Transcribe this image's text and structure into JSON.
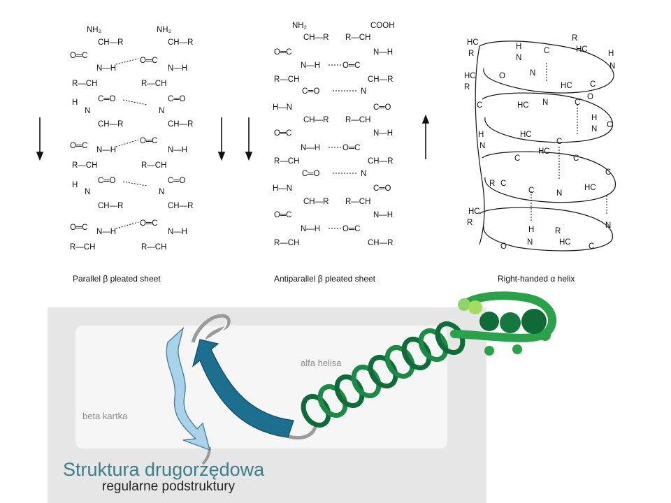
{
  "captions": {
    "parallel": "Parallel β pleated sheet",
    "antiparallel": "Antiparallel β pleated sheet",
    "helix": "Right-handed α helix"
  },
  "chem": {
    "NH2": "NH₂",
    "COOH": "COOH",
    "CH_R": "CH—R",
    "R_CH": "R—CH",
    "N_H": "N—H",
    "H_N": "H—N",
    "C_O": "C═O",
    "O_C": "O═C",
    "NH": "N",
    "HC": "HC",
    "R": "R",
    "H": "H",
    "N": "N",
    "O": "O",
    "C": "C"
  },
  "bottom": {
    "alpha_label": "alfa helisa",
    "beta_label": "beta kartka",
    "title": "Struktura drugorzędowa",
    "subtitle": "regularne podstruktury"
  },
  "colors": {
    "panel_bg": "#e6e6e6",
    "helix_green": "#2aa24a",
    "helix_dark": "#0e6b3a",
    "arrow_blue": "#1d6f8f",
    "arrow_light": "#a9d3ea",
    "title_teal": "#3b7f8a"
  }
}
